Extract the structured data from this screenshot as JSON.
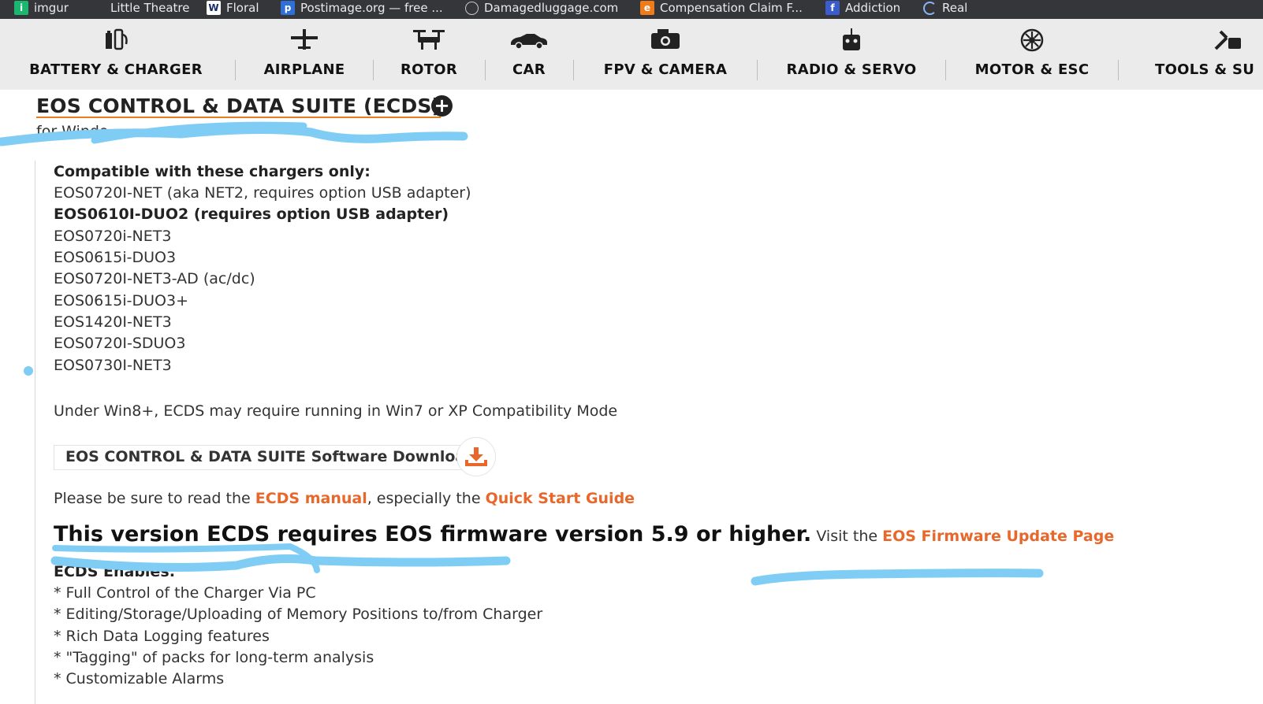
{
  "bookmarks": [
    {
      "label": "imgur",
      "icon": "imgur-icon"
    },
    {
      "label": "Little Theatre",
      "icon": "blank-page-icon"
    },
    {
      "label": "Floral",
      "icon": "w-logo-icon"
    },
    {
      "label": "Postimage.org — free ...",
      "icon": "postimage-icon"
    },
    {
      "label": "Damagedluggage.com",
      "icon": "globe-icon"
    },
    {
      "label": "Compensation Claim F...",
      "icon": "e-logo-icon"
    },
    {
      "label": "Addiction",
      "icon": "facebook-icon"
    },
    {
      "label": "Real",
      "icon": "loading-icon"
    }
  ],
  "nav": [
    {
      "label": "BATTERY & CHARGER",
      "icon": "battery-charger-icon"
    },
    {
      "label": "AIRPLANE",
      "icon": "airplane-icon"
    },
    {
      "label": "ROTOR",
      "icon": "drone-icon"
    },
    {
      "label": "CAR",
      "icon": "car-icon"
    },
    {
      "label": "FPV & CAMERA",
      "icon": "camera-icon"
    },
    {
      "label": "RADIO & SERVO",
      "icon": "radio-icon"
    },
    {
      "label": "MOTOR & ESC",
      "icon": "motor-icon"
    },
    {
      "label": "TOOLS & SU",
      "icon": "tools-icon"
    }
  ],
  "content": {
    "title": "EOS CONTROL & DATA SUITE (ECDS)",
    "subtitle_visible": "for Windo",
    "compat_heading": "Compatible with these chargers only:",
    "chargers": [
      {
        "text": "EOS0720I-NET (aka NET2, requires option USB adapter)",
        "bold": false
      },
      {
        "text": "EOS0610I-DUO2 (requires option USB adapter)",
        "bold": true
      },
      {
        "text": "EOS0720i-NET3",
        "bold": false
      },
      {
        "text": "EOS0615i-DUO3",
        "bold": false
      },
      {
        "text": "EOS0720I-NET3-AD (ac/dc)",
        "bold": false
      },
      {
        "text": "EOS0615i-DUO3+",
        "bold": false
      },
      {
        "text": "EOS1420I-NET3",
        "bold": false
      },
      {
        "text": "EOS0720I-SDUO3",
        "bold": false
      },
      {
        "text": "EOS0730I-NET3",
        "bold": false
      }
    ],
    "compat_note": "Under Win8+, ECDS may require running in Win7 or XP Compatibility Mode",
    "download_label": "EOS CONTROL & DATA SUITE Software Download",
    "read_prefix": "Please be sure to read the ",
    "manual_link": "ECDS manual",
    "read_middle": ", especially the ",
    "quickstart_link": "Quick Start Guide",
    "firmware_notice": "This version ECDS requires EOS firmware version 5.9 or higher.",
    "visit_prefix": " Visit the ",
    "firmware_link": "EOS Firmware Update Page",
    "enables_heading": "ECDS Enables:",
    "features": [
      "* Full Control of the Charger Via PC",
      "* Editing/Storage/Uploading of Memory Positions to/from Charger",
      "* Rich Data Logging features",
      "* \"Tagging\" of packs for long-term analysis",
      "* Customizable Alarms"
    ]
  },
  "colors": {
    "accent": "#e8672a",
    "marker": "#7fcdf5",
    "nav_bg": "#ebebeb",
    "bookmarks_bg": "#35363a"
  }
}
